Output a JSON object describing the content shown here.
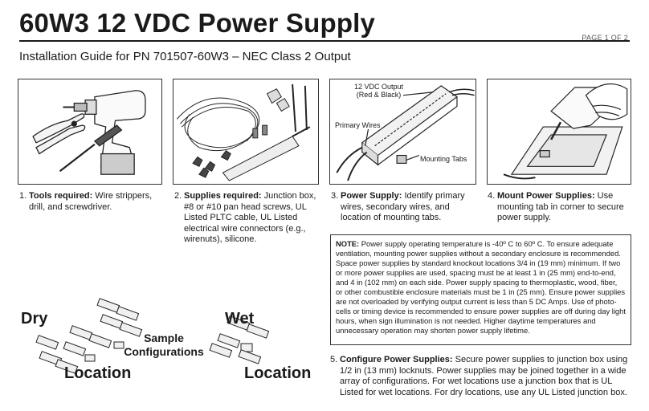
{
  "header": {
    "title": "60W3 12 VDC Power Supply",
    "subtitle": "Installation Guide for PN 701507-60W3 – NEC Class 2 Output",
    "page": "PAGE 1 OF 2"
  },
  "steps": [
    {
      "num": "1.",
      "heading": "Tools required:",
      "text": " Wire strippers, drill, and screwdriver."
    },
    {
      "num": "2.",
      "heading": "Supplies required:",
      "text": " Junction box, #8 or #10 pan head screws, UL Listed PLTC cable, UL Listed electrical wire connectors (e.g., wirenuts), silicone."
    },
    {
      "num": "3.",
      "heading": "Power Supply:",
      "text": " Identify primary wires, secondary wires, and location of mounting tabs."
    },
    {
      "num": "4.",
      "heading": "Mount Power Supplies:",
      "text": " Use mounting tab in corner to secure power supply."
    }
  ],
  "callouts": {
    "output_line1": "12 VDC Output",
    "output_line2": "(Red & Black)",
    "primary": "Primary Wires",
    "tabs": "Mounting Tabs"
  },
  "note": {
    "heading": "NOTE:",
    "text": " Power supply operating temperature is -40º C to 60º C. To ensure adequate ventilation, mounting power supplies without a secondary enclosure is recommended. Space power supplies by standard knockout locations 3/4 in (19 mm) minimum. If two or more power supplies are used, spacing must be at least 1 in (25 mm) end-to-end, and 4 in (102 mm) on each side. Power supply spacing to thermoplastic, wood, fiber, or other combustible enclosure materials must be 1 in (25 mm). Ensure power supplies are not overloaded by verifying output current is less than 5 DC Amps. Use of photo-cells or timing device is recommended to ensure power supplies are off during day light hours, when sign illumination is not needed. Higher daytime temperatures and unnecessary operation may shorten power supply lifetime."
  },
  "configs": {
    "dry": "Dry",
    "wet": "Wet",
    "location_left": "Location",
    "location_right": "Location",
    "sample_line1": "Sample",
    "sample_line2": "Configurations"
  },
  "step5": {
    "num": "5.",
    "heading": "Configure Power Supplies:",
    "text": " Secure power supplies to junction box using 1/2 in (13 mm) locknuts. Power supplies may be joined together in a wide array of configurations. For wet locations use a junction box that is UL Listed for wet locations. For dry locations, use any UL Listed junction box."
  }
}
